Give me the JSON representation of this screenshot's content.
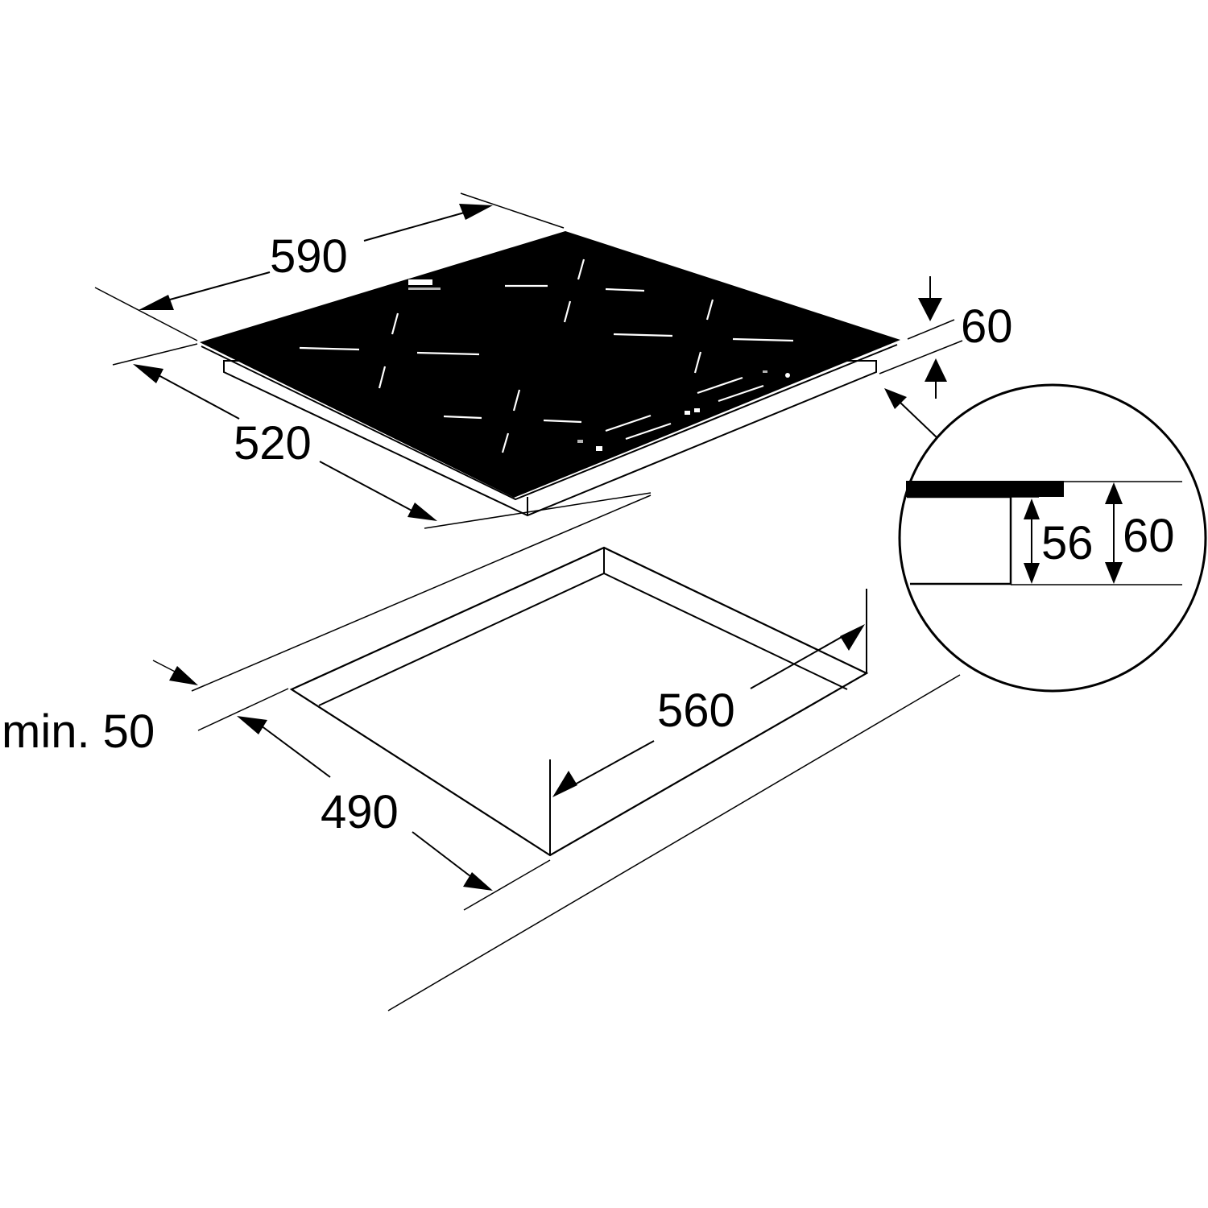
{
  "dimensions": {
    "width": "590",
    "depth": "520",
    "height": "60",
    "detail_inner": "56",
    "detail_outer": "60",
    "cutout_width": "560",
    "cutout_depth": "490",
    "min_distance": "min. 50"
  },
  "colors": {
    "line": "#000000",
    "glass": "#000000",
    "zone_marks": "#ffffff",
    "background": "#ffffff"
  }
}
